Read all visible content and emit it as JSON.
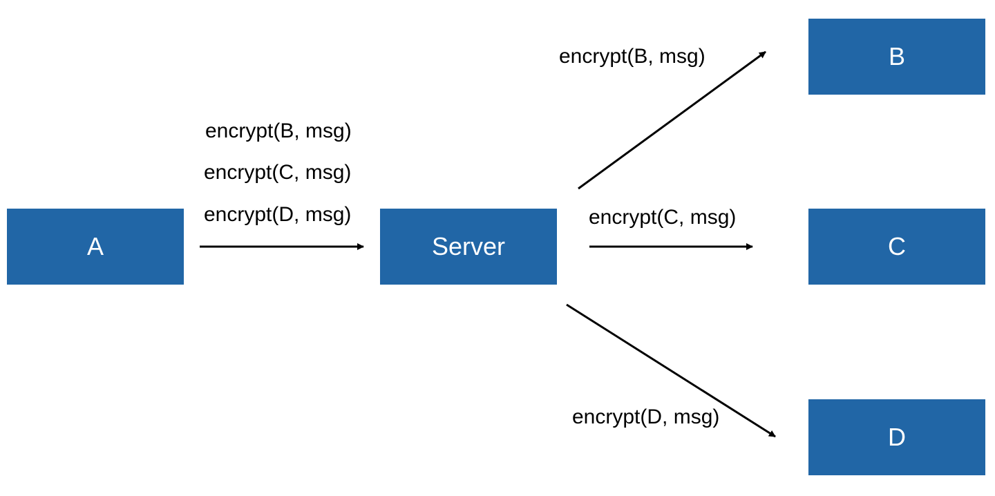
{
  "colors": {
    "node_fill": "#2166a6",
    "node_text": "#ffffff",
    "arrow": "#000000",
    "label_text": "#000000"
  },
  "nodes": {
    "a": "A",
    "server": "Server",
    "b": "B",
    "c": "C",
    "d": "D"
  },
  "labels": {
    "a_to_server": [
      "encrypt(B, msg)",
      "encrypt(C, msg)",
      "encrypt(D, msg)"
    ],
    "server_to_b": "encrypt(B, msg)",
    "server_to_c": "encrypt(C, msg)",
    "server_to_d": "encrypt(D, msg)"
  }
}
